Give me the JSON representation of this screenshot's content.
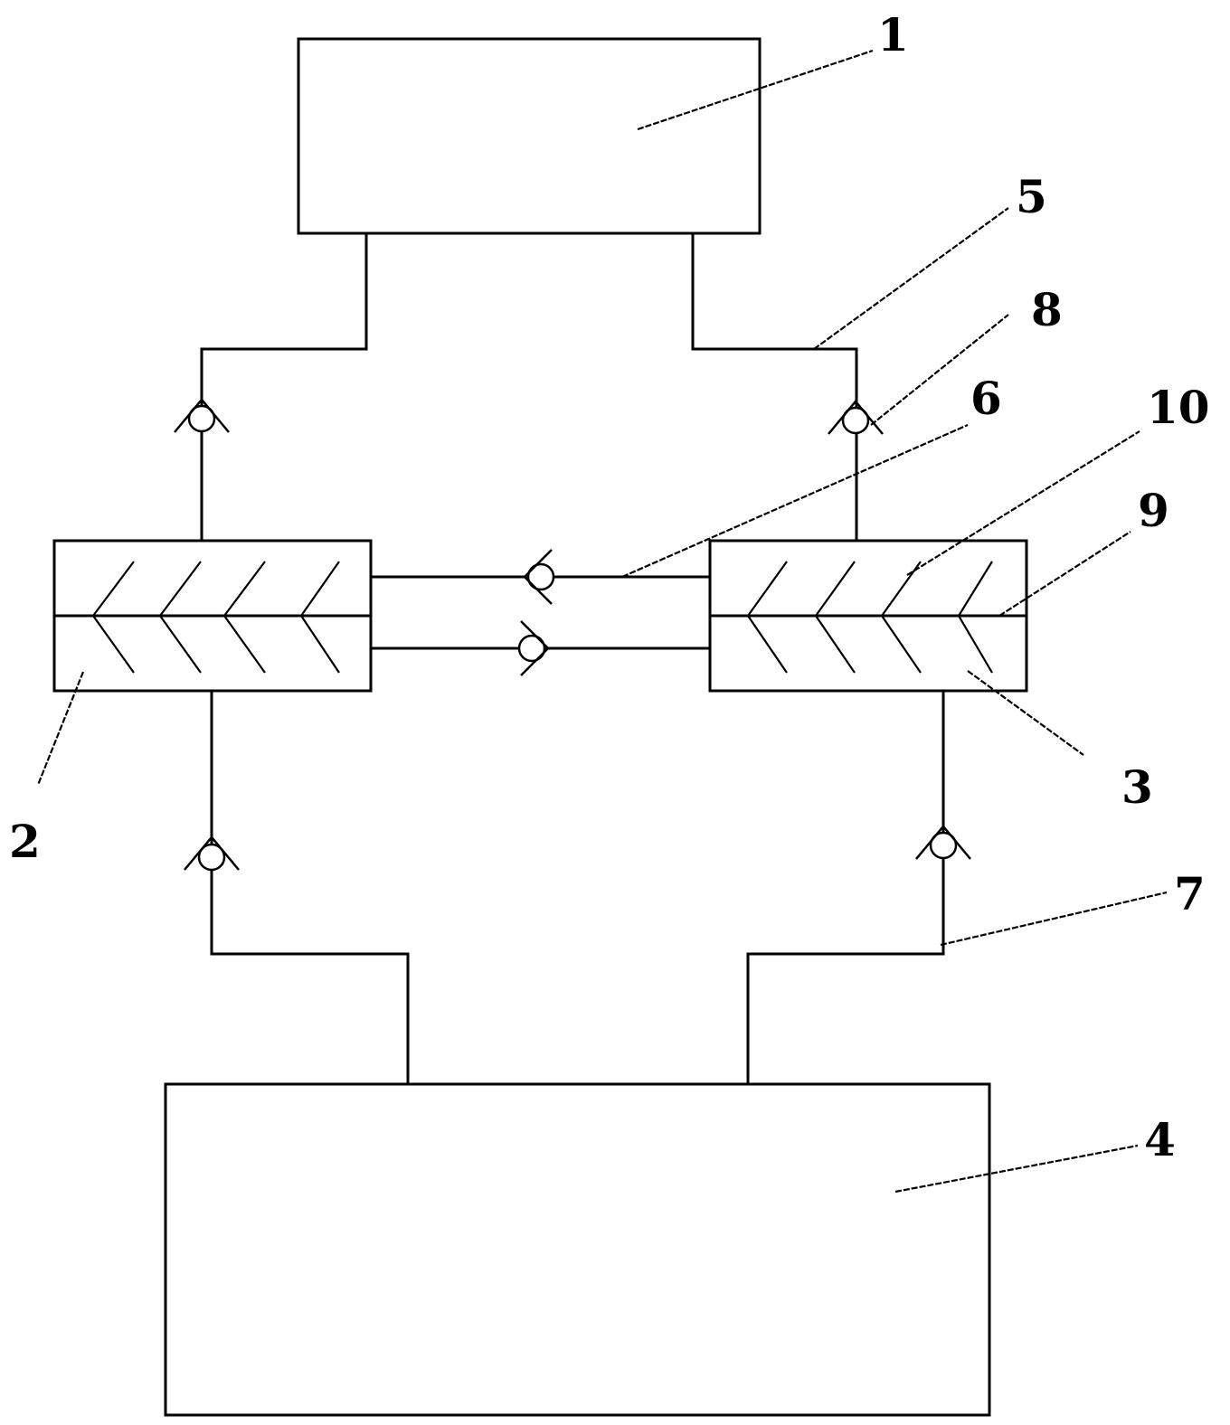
{
  "diagram": {
    "type": "schematic",
    "labels": {
      "l1": "1",
      "l2": "2",
      "l3": "3",
      "l4": "4",
      "l5": "5",
      "l6": "6",
      "l7": "7",
      "l8": "8",
      "l9": "9",
      "l10": "10"
    }
  }
}
